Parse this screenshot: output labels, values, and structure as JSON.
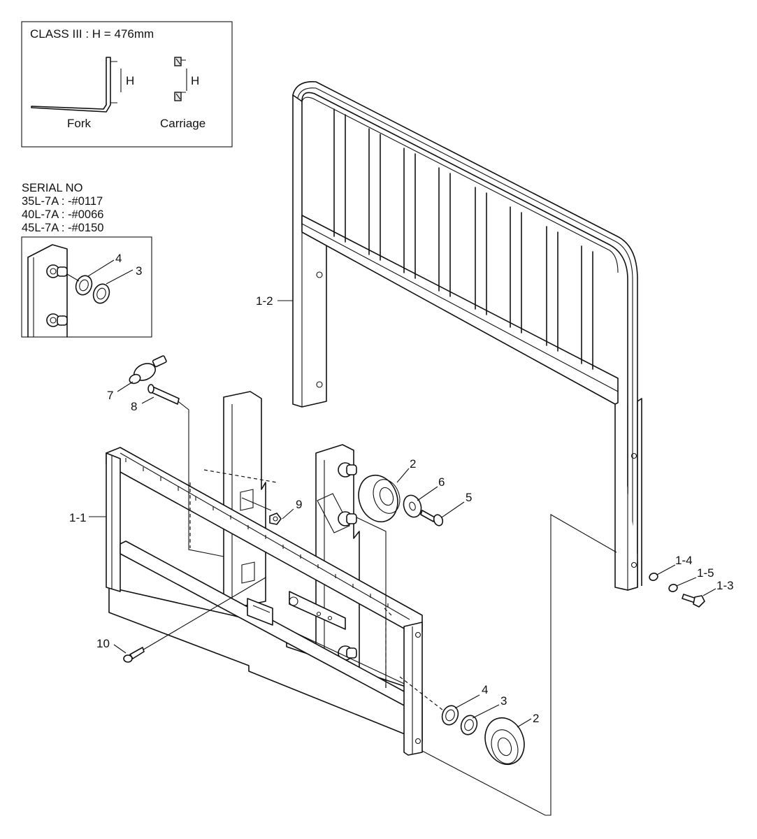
{
  "class_note": {
    "title": "CLASS III : H = 476mm",
    "h_label": "H",
    "fork_label": "Fork",
    "carriage_label": "Carriage"
  },
  "serial_note": {
    "heading": "SERIAL NO",
    "lines": [
      "35L-7A : -#0117",
      "40L-7A : -#0066",
      "45L-7A : -#0150"
    ]
  },
  "callouts": {
    "p1_1": "1-1",
    "p1_2": "1-2",
    "p1_3": "1-3",
    "p1_4": "1-4",
    "p1_5": "1-5",
    "p2": "2",
    "p3": "3",
    "p4": "4",
    "p5": "5",
    "p6": "6",
    "p7": "7",
    "p8": "8",
    "p9": "9",
    "p10": "10"
  }
}
